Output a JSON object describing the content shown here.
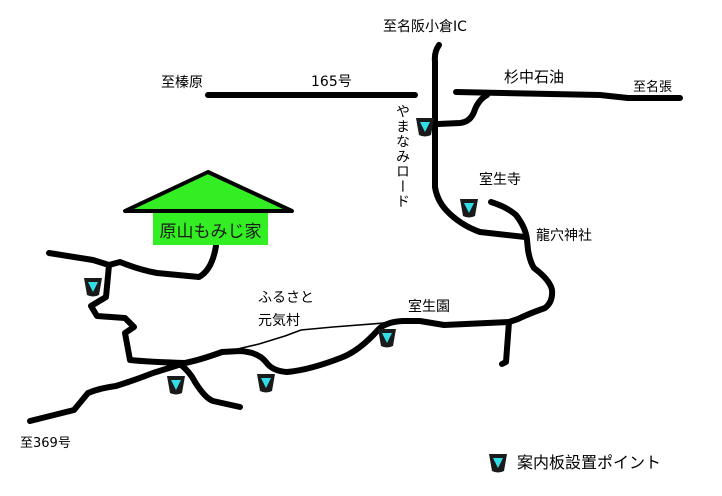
{
  "destination": {
    "label": "原山もみじ家",
    "color": "#33ee22"
  },
  "labels": {
    "to_meihan_ogura_ic": "至名阪小倉IC",
    "to_haibara": "至榛原",
    "route165": "165号",
    "suginaka_oil": "杉中石油",
    "to_nabari": "至名張",
    "yamanami_road": "やまなみロード",
    "muroji": "室生寺",
    "ryuketsu_shrine": "龍穴神社",
    "furusato_line1": "ふるさと",
    "furusato_line2": "元気村",
    "murouen": "室生園",
    "to_route369": "至369号"
  },
  "legend": {
    "icon": "signboard-marker-icon",
    "label": "案内板設置ポイント",
    "marker_color": "#33dde6"
  }
}
